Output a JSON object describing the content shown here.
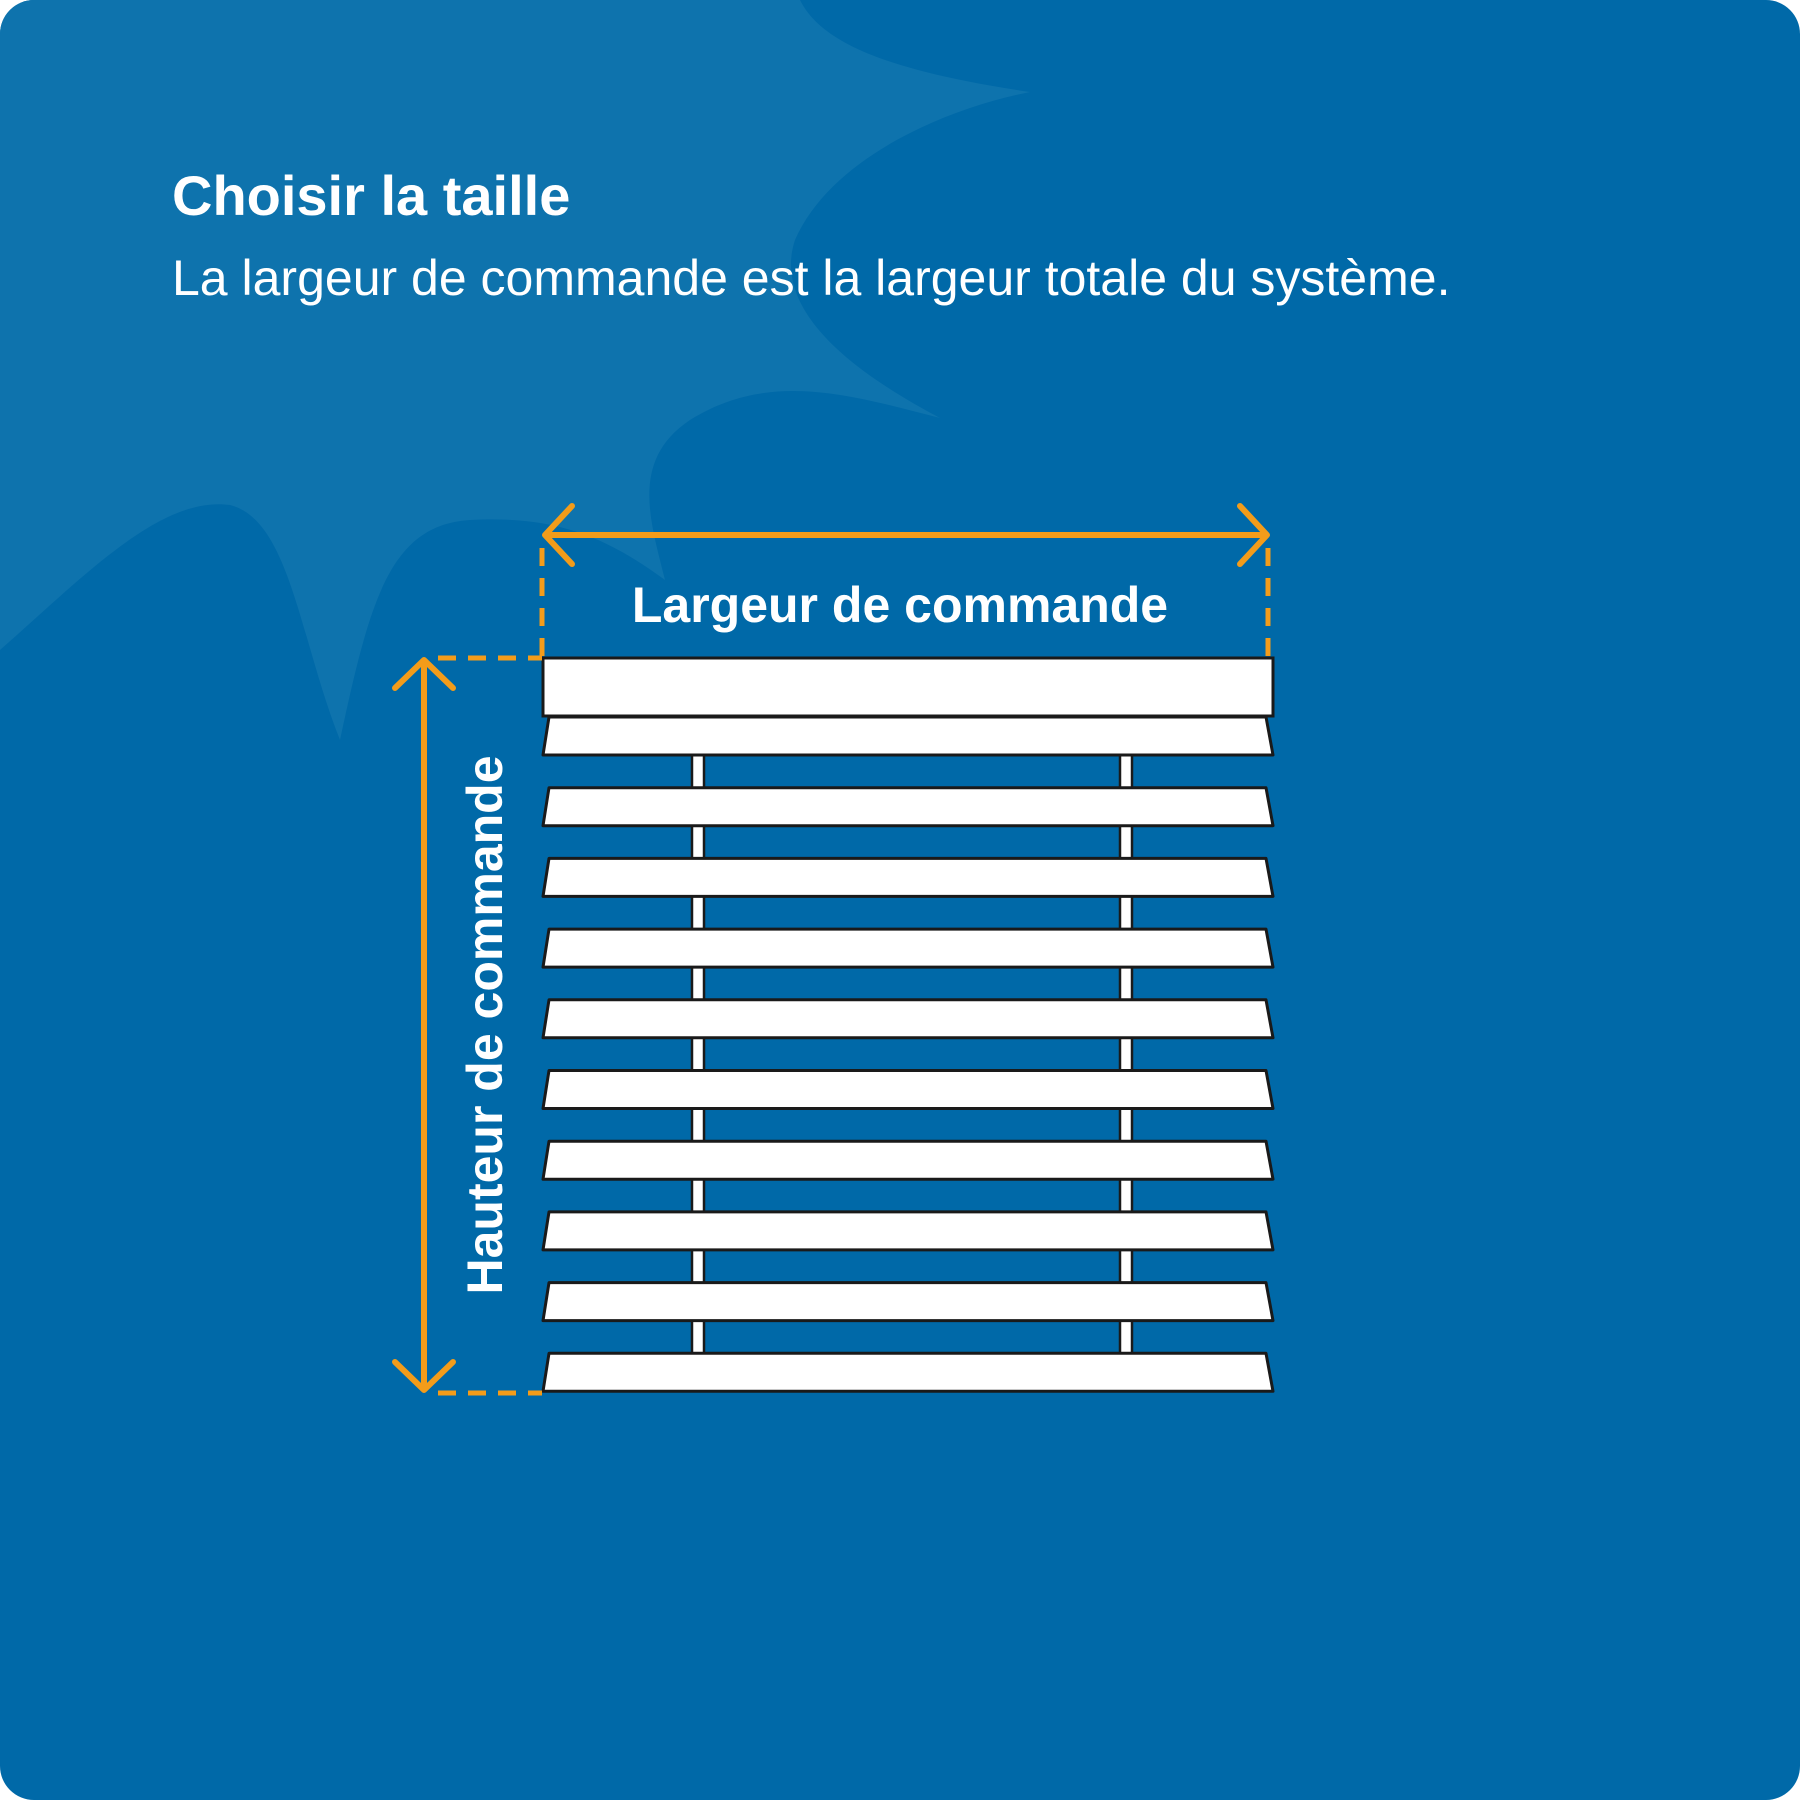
{
  "heading": {
    "title": "Choisir la taille",
    "description": "La largeur de commande est la largeur totale du système."
  },
  "diagram": {
    "width_label": "Largeur de commande",
    "height_label": "Hauteur de commande",
    "slat_count": 11,
    "ladder_count": 2
  },
  "colors": {
    "background": "#0069a8",
    "background_shape": "#0e73ad",
    "accent": "#f39c1a",
    "slat_fill": "#ffffff",
    "slat_outline": "#1a1a1a"
  }
}
